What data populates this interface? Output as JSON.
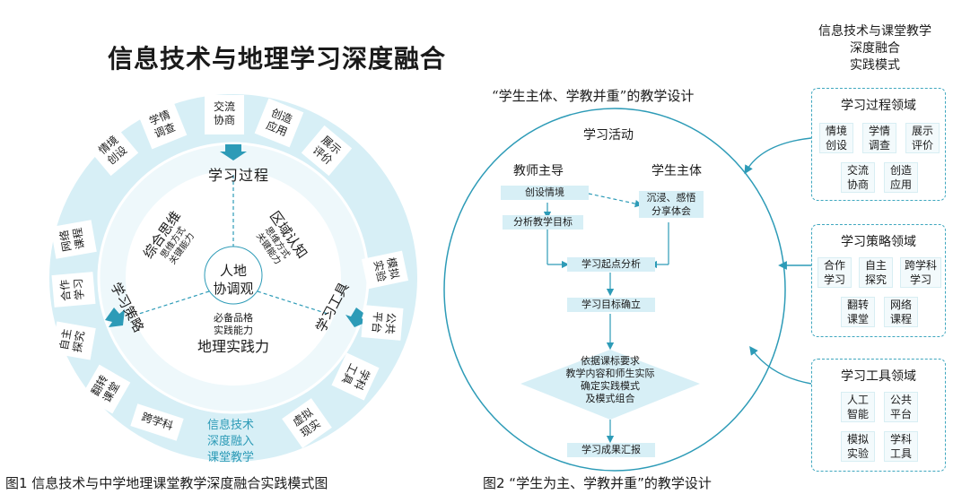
{
  "figure1": {
    "title": "信息技术与地理学习深度融合",
    "caption": "图1   信息技术与中学地理课堂教学深度融合实践模式图",
    "outer_cards": [
      [
        "情境",
        "创设"
      ],
      [
        "学情",
        "调查"
      ],
      [
        "交流",
        "协商"
      ],
      [
        "创造",
        "应用"
      ],
      [
        "展示",
        "评价"
      ],
      [
        "模拟",
        "实验"
      ],
      [
        "公共",
        "平台"
      ],
      [
        "学科",
        "工具"
      ],
      [
        "虚拟",
        "现实"
      ],
      [
        "跨学科"
      ],
      [
        "翻转",
        "课堂"
      ],
      [
        "自主",
        "探究"
      ],
      [
        "合作",
        "学习"
      ],
      [
        "网络",
        "课程"
      ]
    ],
    "ring_labels": {
      "process": "学习过程",
      "strategy": "学习策略",
      "tools": "学习工具"
    },
    "sector_left": {
      "title": "综合思维",
      "sub1": "思维方式",
      "sub2": "关键能力"
    },
    "sector_right": {
      "title": "区域认知",
      "sub1": "思维方式",
      "sub2": "关键能力"
    },
    "center": {
      "line1": "人地",
      "line2": "协调观"
    },
    "bottom_sector": {
      "sub1": "必备品格",
      "sub2": "实践能力",
      "title": "地理实践力"
    },
    "integration_label": [
      "信息技术",
      "深度融入",
      "课堂教学"
    ]
  },
  "figure2": {
    "heading": "“学生主体、学教并重”的教学设计",
    "caption": "图2   “学生为主、学教并重”的教学设计",
    "activity_label": "学习活动",
    "teacher_label": "教师主导",
    "student_label": "学生主体",
    "nodes": {
      "situation": "创设情境",
      "immerse": [
        "沉浸、感悟",
        "分享体会"
      ],
      "goals": "分析教学目标",
      "start": "学习起点分析",
      "target": "学习目标确立",
      "diamond": [
        "依据课标要求",
        "教学内容和师生实际",
        "确定实践模式",
        "及模式组合"
      ],
      "result": "学习成果汇报"
    }
  },
  "right_panel": {
    "title": [
      "信息技术与课堂教学",
      "深度融合",
      "实践模式"
    ],
    "process_domain": {
      "title": "学习过程领域",
      "row1": [
        [
          "情境",
          "创设"
        ],
        [
          "学情",
          "调查"
        ],
        [
          "展示",
          "评价"
        ]
      ],
      "row2": [
        [
          "交流",
          "协商"
        ],
        [
          "创造",
          "应用"
        ]
      ]
    },
    "strategy_domain": {
      "title": "学习策略领域",
      "row1": [
        [
          "合作",
          "学习"
        ],
        [
          "自主",
          "探究"
        ],
        [
          "跨学科",
          "学习"
        ]
      ],
      "row2": [
        [
          "翻转",
          "课堂"
        ],
        [
          "网络",
          "课程"
        ]
      ]
    },
    "tool_domain": {
      "title": "学习工具领域",
      "row1": [
        [
          "人工",
          "智能"
        ],
        [
          "公共",
          "平台"
        ]
      ],
      "row2": [
        [
          "模拟",
          "实验"
        ],
        [
          "学科",
          "工具"
        ]
      ]
    }
  },
  "colors": {
    "accent": "#2d9bb7",
    "ring": "#d7eff6",
    "ring_inner": "#eef8fb",
    "dashed": "#3fa7bf"
  }
}
